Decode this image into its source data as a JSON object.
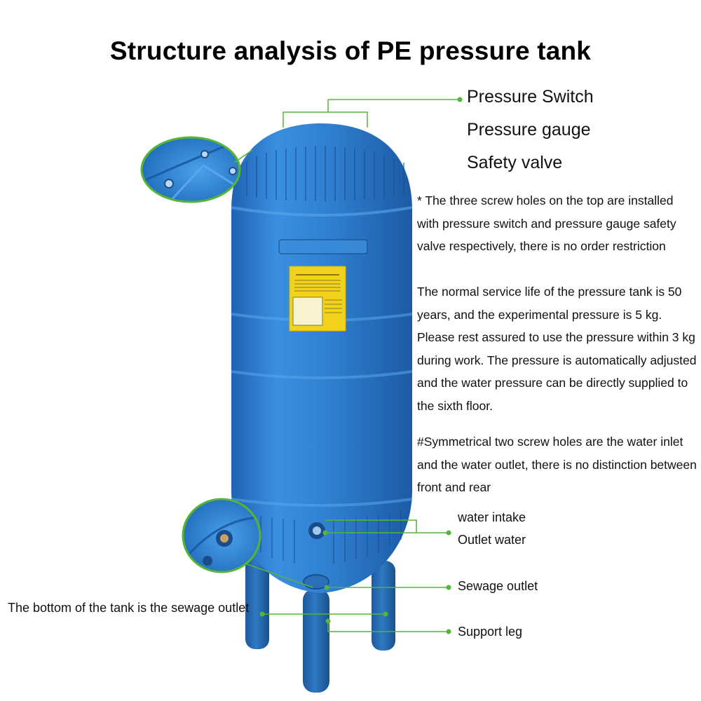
{
  "title": "Structure analysis of PE pressure tank",
  "top_fittings": [
    "Pressure Switch",
    "Pressure gauge",
    "Safety valve"
  ],
  "notes": {
    "screw_holes_top": "* The three screw holes on the top are installed with pressure switch and pressure gauge safety valve respectively, there is no order restriction",
    "service_life": "The normal service life of the pressure tank is 50 years, and the experimental pressure is 5 kg. Please rest assured to use the pressure within 3 kg during work. The pressure is automatically adjusted and the water pressure can be directly supplied to the sixth floor.",
    "symmetrical_holes": "#Symmetrical two screw holes are the water inlet and the water outlet, there is no distinction between front and rear"
  },
  "callouts": {
    "water_intake": "water intake",
    "outlet_water": "Outlet water",
    "sewage_outlet": "Sewage outlet",
    "support_leg": "Support leg",
    "bottom_note": "The bottom of the tank is the sewage outlet"
  },
  "colors": {
    "tank_blue": "#2f7fcf",
    "leader_green": "#55b535",
    "sticker_yellow": "#f2d21c"
  }
}
